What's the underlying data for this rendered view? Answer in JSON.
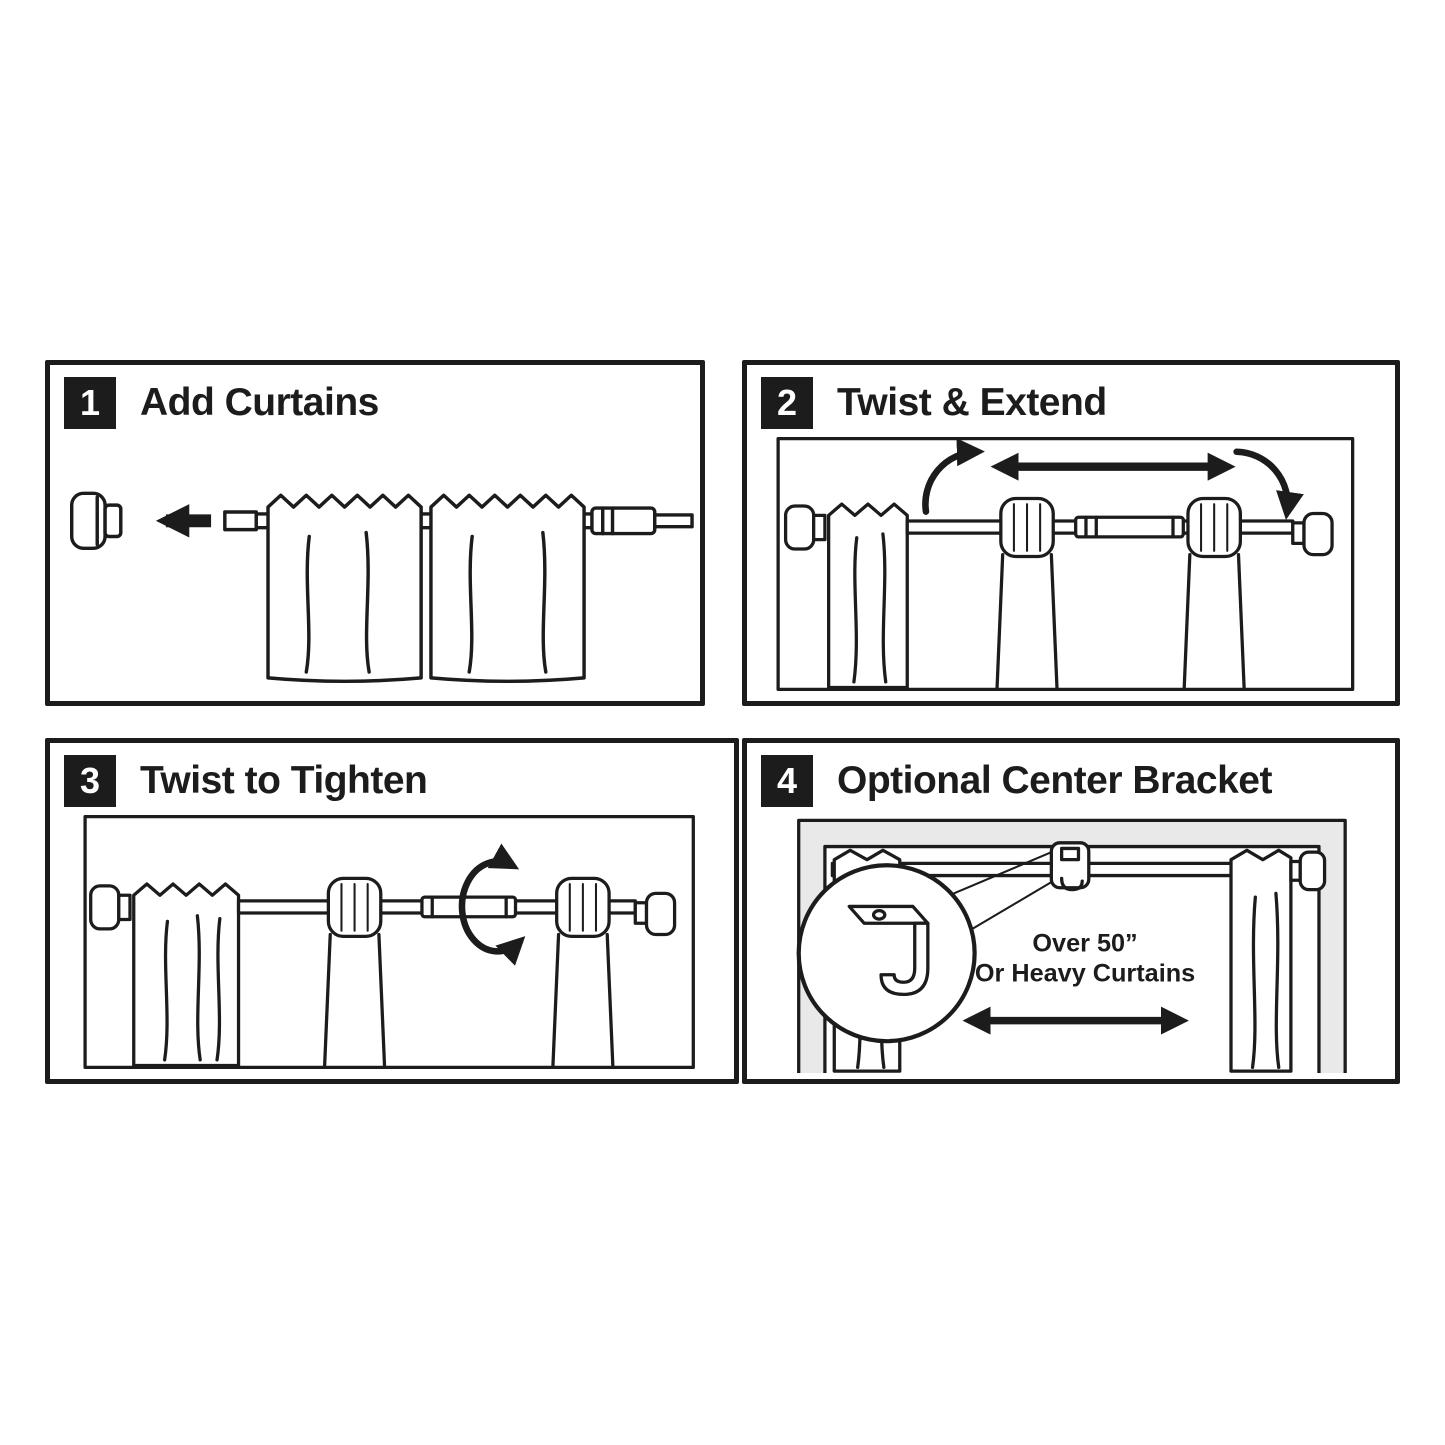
{
  "colors": {
    "background": "#ffffff",
    "line": "#1c1c1c",
    "panel_border": "#1c1c1c",
    "badge_bg": "#1c1c1c",
    "badge_text": "#ffffff",
    "frame_shade": "#e9e9e9"
  },
  "panels": [
    {
      "step": "1",
      "title": "Add Curtains"
    },
    {
      "step": "2",
      "title": "Twist & Extend"
    },
    {
      "step": "3",
      "title": "Twist to Tighten"
    },
    {
      "step": "4",
      "title": "Optional Center Bracket",
      "note_line1": "Over 50”",
      "note_line2": "Or Heavy Curtains"
    }
  ]
}
